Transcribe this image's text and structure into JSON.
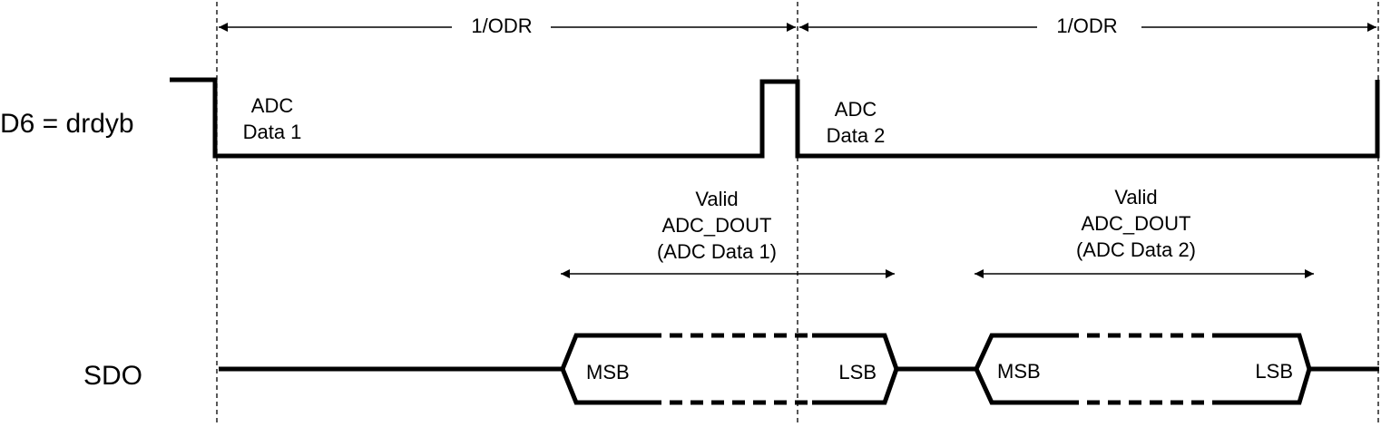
{
  "signals": {
    "drdyb_label": "D6 = drdyb",
    "sdo_label": "SDO"
  },
  "period_labels": [
    "1/ODR",
    "1/ODR"
  ],
  "drdyb_annotations": [
    {
      "line1": "ADC",
      "line2": "Data 1"
    },
    {
      "line1": "ADC",
      "line2": "Data 2"
    }
  ],
  "valid_windows": [
    {
      "line1": "Valid",
      "line2": "ADC_DOUT",
      "line3": "(ADC Data 1)"
    },
    {
      "line1": "Valid",
      "line2": "ADC_DOUT",
      "line3": "(ADC Data 2)"
    }
  ],
  "sdo_frames": [
    {
      "msb": "MSB",
      "lsb": "LSB"
    },
    {
      "msb": "MSB",
      "lsb": "LSB"
    }
  ]
}
